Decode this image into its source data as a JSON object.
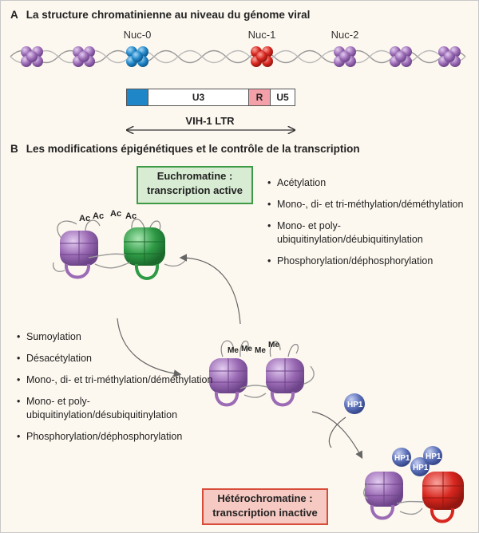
{
  "section_a": {
    "letter": "A",
    "title": "La structure chromatinienne au niveau du génome viral",
    "nucleosome_labels": [
      "Nuc-0",
      "Nuc-1",
      "Nuc-2"
    ],
    "ltr_segments": [
      "U3",
      "R",
      "U5"
    ],
    "ltr_label": "VIH-1 LTR"
  },
  "section_b": {
    "letter": "B",
    "title": "Les modifications épigénétiques et le contrôle de la transcription",
    "euchromatin_box": [
      "Euchromatine :",
      "transcription active"
    ],
    "heterochromatin_box": [
      "Hétérochromatine :",
      "transcription inactive"
    ],
    "activating_modifications": [
      "Acétylation",
      "Mono-, di- et tri-méthylation/déméthylation",
      "Mono- et poly-ubiquitinylation/déubiquitinylation",
      "Phosphorylation/déphosphorylation"
    ],
    "repressive_modifications": [
      "Sumoylation",
      "Désacétylation",
      "Mono-, di- et tri-méthylation/déméthylation",
      "Mono- et poly-ubiquitinylation/désubiquitinylation",
      "Phosphorylation/déphosphorylation"
    ],
    "acetyl_mark": "Ac",
    "methyl_mark": "Me",
    "hp1_label": "HP1"
  },
  "colors": {
    "background": "#fdf8ef",
    "nucleosome_purple": "#9b6bb5",
    "nucleosome_blue": "#1f86c8",
    "nucleosome_red": "#d7261e",
    "nucleosome_green": "#2e9a45",
    "hp1_blue": "#5b70b8",
    "euchromatin_border": "#3e9a46",
    "heterochromatin_border": "#d84c3a"
  }
}
